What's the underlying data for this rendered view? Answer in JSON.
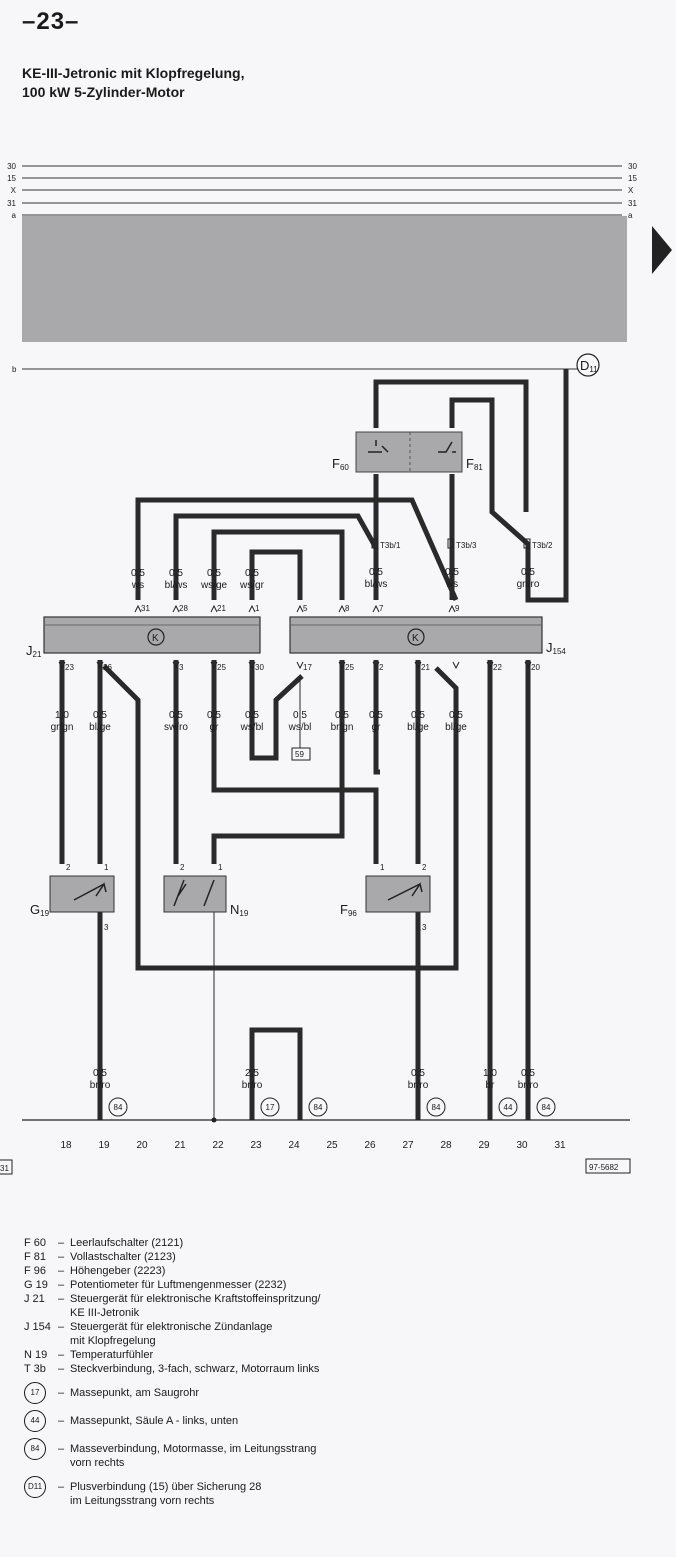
{
  "page_number": "–23–",
  "title_line1": "KE-III-Jetronic mit Klopfregelung,",
  "title_line2": "100 kW 5-Zylinder-Motor",
  "bus_lines": [
    "30",
    "15",
    "X",
    "31",
    "a"
  ],
  "bus_line_b": "b",
  "connector_D11": "D",
  "connector_D11_sub": "11",
  "components": {
    "F60": {
      "name": "F",
      "sub": "60"
    },
    "F81": {
      "name": "F",
      "sub": "81"
    },
    "J21": {
      "name": "J",
      "sub": "21"
    },
    "J154": {
      "name": "J",
      "sub": "154"
    },
    "G19": {
      "name": "G",
      "sub": "19"
    },
    "N19": {
      "name": "N",
      "sub": "19"
    },
    "F96": {
      "name": "F",
      "sub": "96"
    }
  },
  "plugs": [
    {
      "id": "T3b/1",
      "wire": [
        "0,5",
        "bl/ws"
      ]
    },
    {
      "id": "T3b/3",
      "wire": [
        "0,5",
        "ws"
      ]
    },
    {
      "id": "T3b/2",
      "wire": [
        "0,5",
        "gn/ro"
      ]
    }
  ],
  "upper_wires": [
    {
      "size": "0,5",
      "color": "ws",
      "pin": "31"
    },
    {
      "size": "0,5",
      "color": "bl/ws",
      "pin": "28"
    },
    {
      "size": "0,5",
      "color": "ws/ge",
      "pin": "21"
    },
    {
      "size": "0,5",
      "color": "ws/gr",
      "pin": "1"
    },
    {
      "size": "",
      "color": "",
      "pin": "5"
    },
    {
      "size": "",
      "color": "",
      "pin": "8"
    },
    {
      "size": "",
      "color": "",
      "pin": "7"
    },
    {
      "size": "",
      "color": "",
      "pin": "9"
    }
  ],
  "lower_wires": [
    {
      "pin": "23",
      "size": "1,0",
      "color": "gr/gn"
    },
    {
      "pin": "26",
      "size": "0,5",
      "color": "bl/ge"
    },
    {
      "pin": "3",
      "size": "0,5",
      "color": "sw/ro"
    },
    {
      "pin": "25",
      "size": "0,5",
      "color": "gr"
    },
    {
      "pin": "30",
      "size": "0,5",
      "color": "ws/bl"
    },
    {
      "pin": "17",
      "size": "0,5",
      "color": "ws/bl"
    },
    {
      "pin": "25",
      "size": "0,5",
      "color": "br/gn"
    },
    {
      "pin": "2",
      "size": "0,5",
      "color": "gr"
    },
    {
      "pin": "21",
      "size": "0,5",
      "color": "bl/ge"
    },
    {
      "pin": "",
      "size": "0,5",
      "color": "bl/ge"
    },
    {
      "pin": "22",
      "size": "",
      "color": ""
    },
    {
      "pin": "20",
      "size": "",
      "color": ""
    }
  ],
  "ref_box": "59",
  "sensor_pins": {
    "G19": [
      "2",
      "1",
      "3"
    ],
    "N19": [
      "2",
      "1"
    ],
    "F96": [
      "1",
      "2",
      "3"
    ]
  },
  "ground_wires": [
    {
      "size": "0,5",
      "color": "br/ro",
      "ground": "84"
    },
    {
      "size": "2,5",
      "color": "br/ro",
      "ground": "17"
    },
    {
      "size": "",
      "color": "",
      "ground": "84"
    },
    {
      "size": "0,5",
      "color": "br/ro",
      "ground": "84"
    },
    {
      "size": "1,0",
      "color": "br",
      "ground": "44"
    },
    {
      "size": "0,5",
      "color": "br/ro",
      "ground": "84"
    }
  ],
  "track_numbers": [
    "18",
    "19",
    "20",
    "21",
    "22",
    "23",
    "24",
    "25",
    "26",
    "27",
    "28",
    "29",
    "30",
    "31"
  ],
  "left_edge_ref": "31",
  "drawing_number": "97-5682",
  "legend": [
    {
      "code": "F 60",
      "text": "Leerlaufschalter (2121)"
    },
    {
      "code": "F 81",
      "text": "Vollastschalter (2123)"
    },
    {
      "code": "F 96",
      "text": "Höhengeber (2223)"
    },
    {
      "code": "G 19",
      "text": "Potentiometer für Luftmengenmesser (2232)"
    },
    {
      "code": "J 21",
      "text": "Steuergerät für elektronische Kraftstoffeinspritzung/",
      "text2": "KE III-Jetronik"
    },
    {
      "code": "J 154",
      "text": "Steuergerät für elektronische Zündanlage",
      "text2": "mit Klopfregelung"
    },
    {
      "code": "N 19",
      "text": "Temperaturfühler"
    },
    {
      "code": "T 3b",
      "text": "Steckverbindung, 3-fach, schwarz, Motorraum links"
    }
  ],
  "dash": "–",
  "ground_legend": [
    {
      "symbol": "17",
      "text": "Massepunkt, am Saugrohr"
    },
    {
      "symbol": "44",
      "text": "Massepunkt, Säule A - links, unten"
    },
    {
      "symbol": "84",
      "text": "Masseverbindung, Motormasse, im Leitungsstrang",
      "text2": "vorn rechts"
    },
    {
      "symbol": "D11",
      "text": "Plusverbindung (15) über Sicherung 28",
      "text2": "im Leitungsstrang vorn rechts"
    }
  ]
}
